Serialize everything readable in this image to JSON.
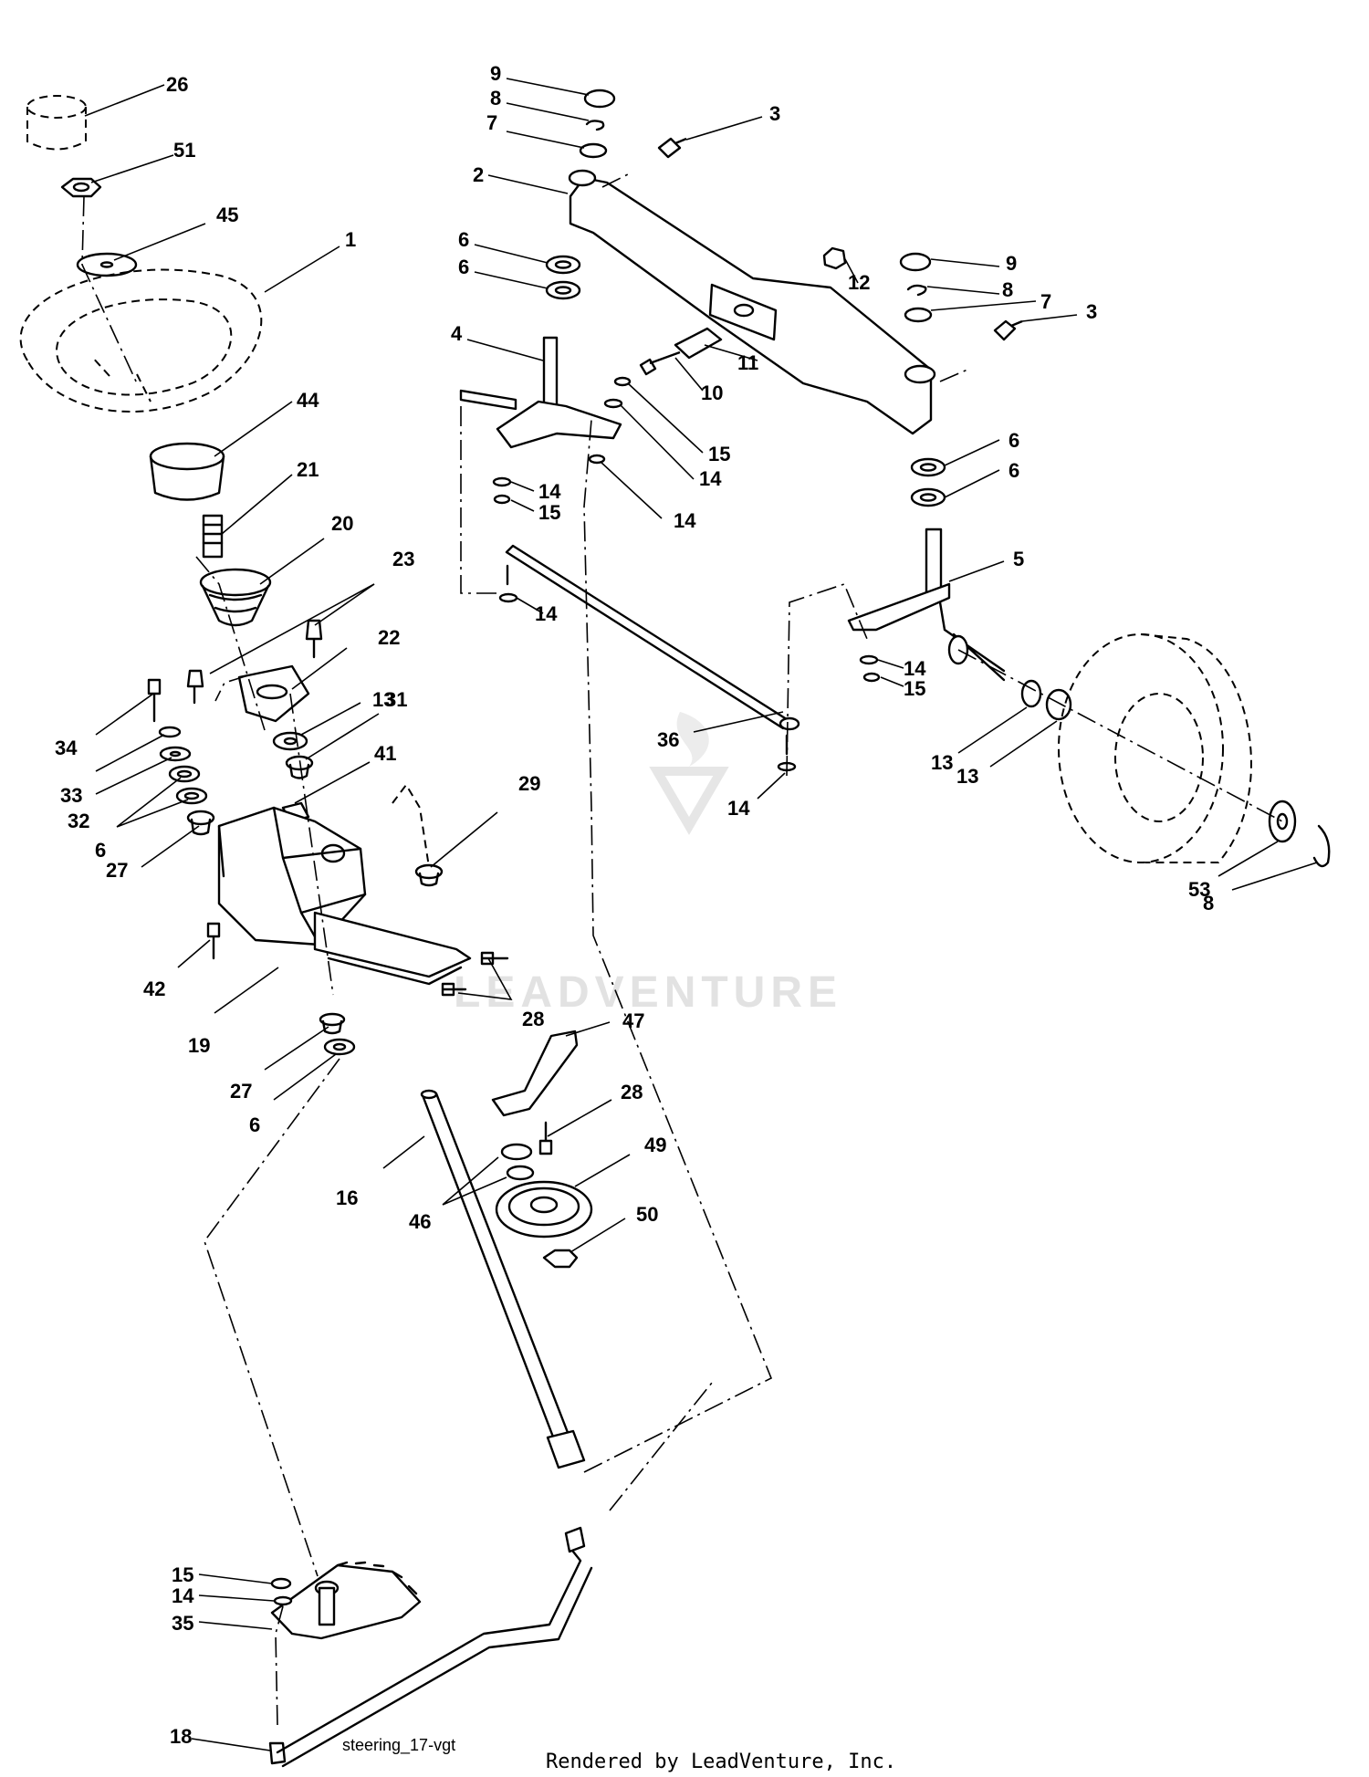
{
  "diagram": {
    "caption": "steering_17-vgt",
    "render_credit": "Rendered by LeadVenture, Inc.",
    "watermark": "LEADVENTURE",
    "callouts": [
      {
        "id": "c26",
        "text": "26"
      },
      {
        "id": "c51",
        "text": "51"
      },
      {
        "id": "c45",
        "text": "45"
      },
      {
        "id": "c1",
        "text": "1"
      },
      {
        "id": "c44",
        "text": "44"
      },
      {
        "id": "c21",
        "text": "21"
      },
      {
        "id": "c20",
        "text": "20"
      },
      {
        "id": "c23",
        "text": "23"
      },
      {
        "id": "c22",
        "text": "22"
      },
      {
        "id": "c13a",
        "text": "13"
      },
      {
        "id": "c31",
        "text": "31"
      },
      {
        "id": "c34",
        "text": "34"
      },
      {
        "id": "c33",
        "text": "33"
      },
      {
        "id": "c32",
        "text": "32"
      },
      {
        "id": "c6a",
        "text": "6"
      },
      {
        "id": "c41",
        "text": "41"
      },
      {
        "id": "c29",
        "text": "29"
      },
      {
        "id": "c27a",
        "text": "27"
      },
      {
        "id": "c42",
        "text": "42"
      },
      {
        "id": "c19",
        "text": "19"
      },
      {
        "id": "c28a",
        "text": "28"
      },
      {
        "id": "c27b",
        "text": "27"
      },
      {
        "id": "c6b",
        "text": "6"
      },
      {
        "id": "c16",
        "text": "16"
      },
      {
        "id": "c47",
        "text": "47"
      },
      {
        "id": "c28b",
        "text": "28"
      },
      {
        "id": "c49",
        "text": "49"
      },
      {
        "id": "c46",
        "text": "46"
      },
      {
        "id": "c50",
        "text": "50"
      },
      {
        "id": "c15a",
        "text": "15"
      },
      {
        "id": "c14a",
        "text": "14"
      },
      {
        "id": "c35",
        "text": "35"
      },
      {
        "id": "c18",
        "text": "18"
      },
      {
        "id": "c9a",
        "text": "9"
      },
      {
        "id": "c8a",
        "text": "8"
      },
      {
        "id": "c7a",
        "text": "7"
      },
      {
        "id": "c3a",
        "text": "3"
      },
      {
        "id": "c2",
        "text": "2"
      },
      {
        "id": "c6c",
        "text": "6"
      },
      {
        "id": "c6d",
        "text": "6"
      },
      {
        "id": "c4",
        "text": "4"
      },
      {
        "id": "c12",
        "text": "12"
      },
      {
        "id": "c9b",
        "text": "9"
      },
      {
        "id": "c8b",
        "text": "8"
      },
      {
        "id": "c7b",
        "text": "7"
      },
      {
        "id": "c3b",
        "text": "3"
      },
      {
        "id": "c11",
        "text": "11"
      },
      {
        "id": "c10",
        "text": "10"
      },
      {
        "id": "c15b",
        "text": "15"
      },
      {
        "id": "c14b",
        "text": "14"
      },
      {
        "id": "c14c",
        "text": "14"
      },
      {
        "id": "c15c",
        "text": "15"
      },
      {
        "id": "c14d",
        "text": "14"
      },
      {
        "id": "c14e",
        "text": "14"
      },
      {
        "id": "c6e",
        "text": "6"
      },
      {
        "id": "c6f",
        "text": "6"
      },
      {
        "id": "c5",
        "text": "5"
      },
      {
        "id": "c14f",
        "text": "14"
      },
      {
        "id": "c15d",
        "text": "15"
      },
      {
        "id": "c36",
        "text": "36"
      },
      {
        "id": "c14g",
        "text": "14"
      },
      {
        "id": "c13b",
        "text": "13"
      },
      {
        "id": "c13c",
        "text": "13"
      },
      {
        "id": "c53",
        "text": "53"
      },
      {
        "id": "c8c",
        "text": "8"
      }
    ]
  }
}
